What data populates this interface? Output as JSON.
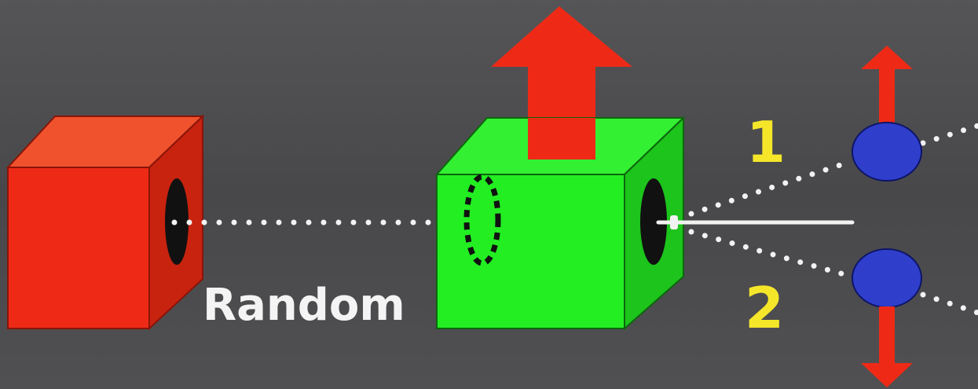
{
  "labels": {
    "random": "Random",
    "path_1": "1",
    "path_2": "2"
  },
  "colors": {
    "background": "#4a4a4c",
    "source_cube_front": "#ee2a16",
    "source_cube_top": "#f0522e",
    "source_cube_side": "#c8230f",
    "filter_cube_front": "#22ee22",
    "filter_cube_top": "#33f033",
    "filter_cube_side": "#1cc41c",
    "arrow": "#ee2a16",
    "particle": "#2f3fcc",
    "beam_dots": "#f2f2f2",
    "number_label": "#f5e62a",
    "random_label": "#f4f4f4"
  },
  "icons": {
    "source_box": "red-cube",
    "polarizer_box": "green-cube",
    "polarization_axis": "vertical-up-arrow",
    "particle_1_spin": "up-arrow",
    "particle_2_spin": "down-arrow"
  }
}
